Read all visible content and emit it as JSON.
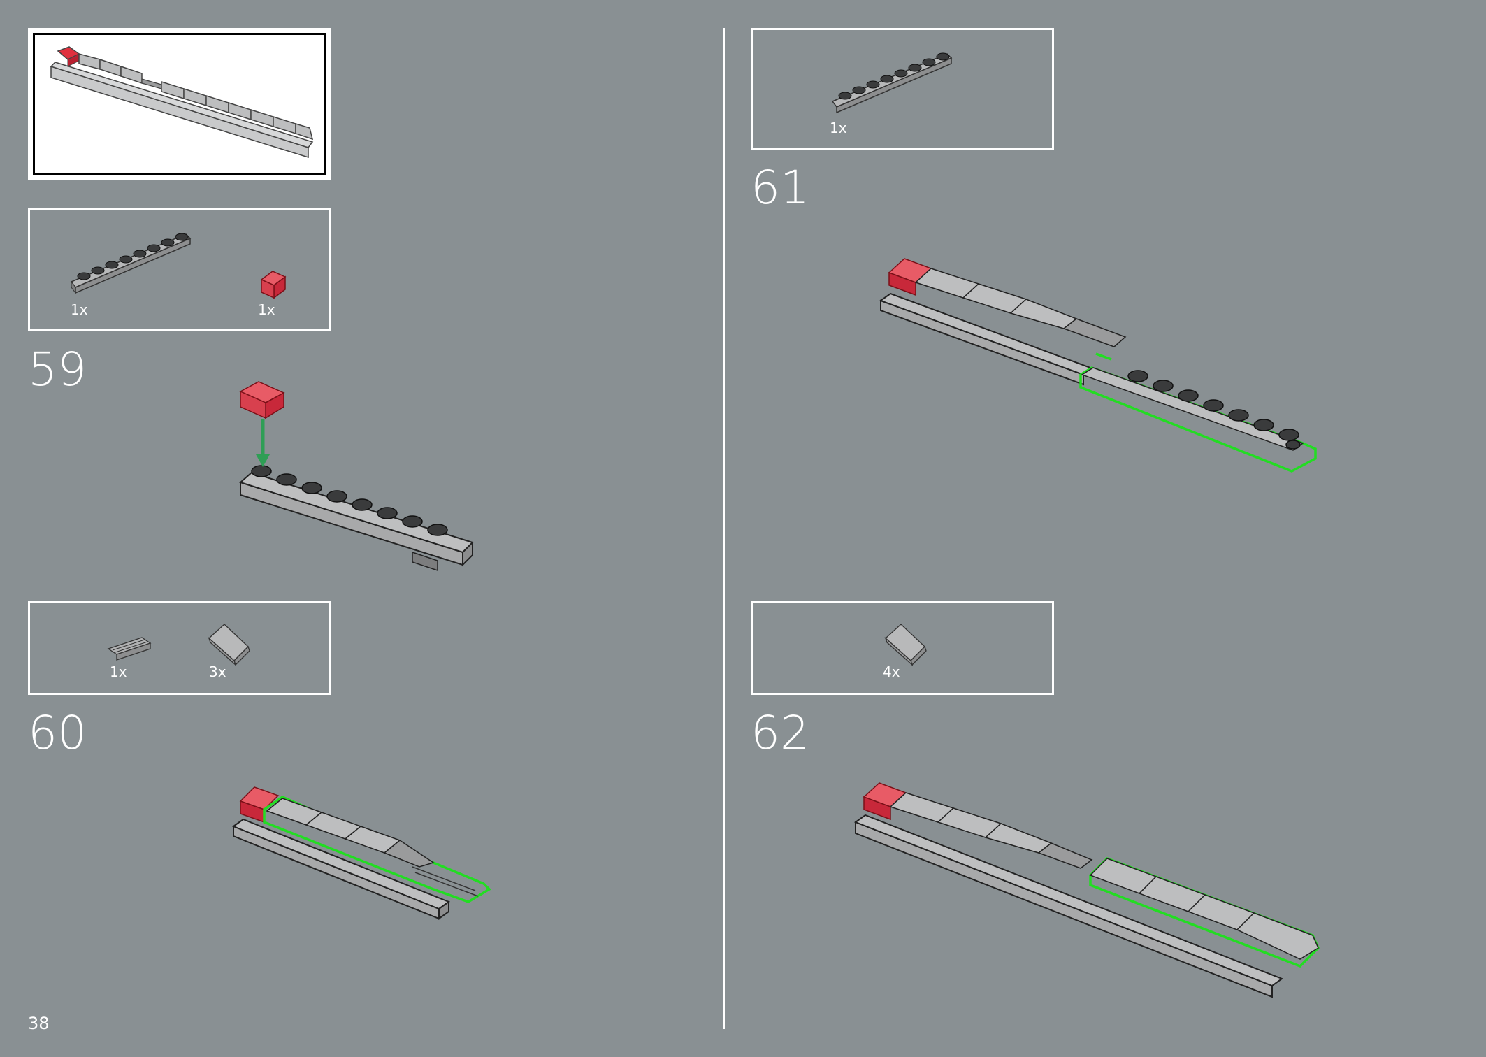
{
  "page": {
    "number": "38"
  },
  "overview": {
    "label": "completed-assembly-preview"
  },
  "steps": [
    {
      "number": "59",
      "parts": [
        {
          "qty": "1x",
          "name": "1x8 plate with rail"
        },
        {
          "qty": "1x",
          "name": "trans-red slope 1x1"
        }
      ]
    },
    {
      "number": "60",
      "parts": [
        {
          "qty": "1x",
          "name": "1x2 grille tile"
        },
        {
          "qty": "3x",
          "name": "1x2 slope"
        }
      ]
    },
    {
      "number": "61",
      "parts": [
        {
          "qty": "1x",
          "name": "1x8 plate with rail"
        }
      ]
    },
    {
      "number": "62",
      "parts": [
        {
          "qty": "4x",
          "name": "1x2 slope"
        }
      ]
    }
  ],
  "colors": {
    "background": "#899093",
    "highlight": "#22dd22",
    "arrow": "#2e9e55",
    "trans_red": "#e0303e",
    "part_grey": "#a9abad"
  }
}
